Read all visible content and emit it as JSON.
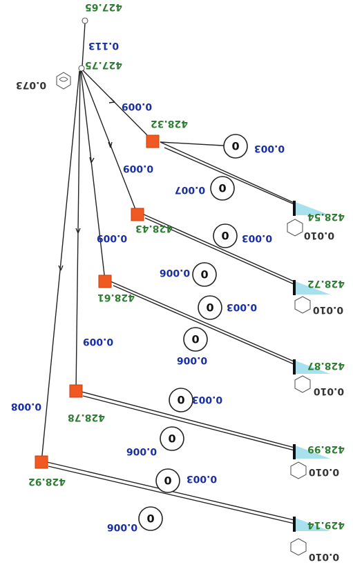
{
  "diagram": {
    "top_elevation": "427.65",
    "top_flow": "0.113",
    "junction_elevation": "427.75",
    "junction_side_value": "0.073",
    "nodes": [
      {
        "elev": "428.32",
        "trunk_flow": "0.009"
      },
      {
        "elev": "428.43",
        "trunk_flow": "0.009"
      },
      {
        "elev": "428.61",
        "trunk_flow": "0.009"
      },
      {
        "elev": "428.78",
        "trunk_flow": "0.009"
      },
      {
        "elev": "428.92",
        "trunk_flow": "0.008"
      }
    ],
    "branches": [
      {
        "tank_elev": "428.54",
        "tank_val": "0.010",
        "upper_flow": "0.003",
        "lower_flow": "0.007",
        "upper_valve": "0",
        "lower_valve": "0"
      },
      {
        "tank_elev": "428.72",
        "tank_val": "0.010",
        "upper_flow": "0.003",
        "lower_flow": "0.006",
        "upper_valve": "0",
        "lower_valve": "0"
      },
      {
        "tank_elev": "428.87",
        "tank_val": "0.010",
        "upper_flow": "0.003",
        "lower_flow": "0.006",
        "upper_valve": "0",
        "lower_valve": "0"
      },
      {
        "tank_elev": "428.99",
        "tank_val": "0.010",
        "upper_flow": "0.003",
        "lower_flow": "0.006",
        "upper_valve": "0",
        "lower_valve": "0"
      },
      {
        "tank_elev": "429.14",
        "tank_val": "0.010",
        "upper_flow": "0.003",
        "lower_flow": "0.006",
        "upper_valve": "0",
        "lower_valve": "0"
      }
    ],
    "colors": {
      "node": "#f05a22",
      "elevation_text": "#2e7d32",
      "flow_text": "#1a2fa0",
      "tank": "#a8e0ee"
    }
  }
}
